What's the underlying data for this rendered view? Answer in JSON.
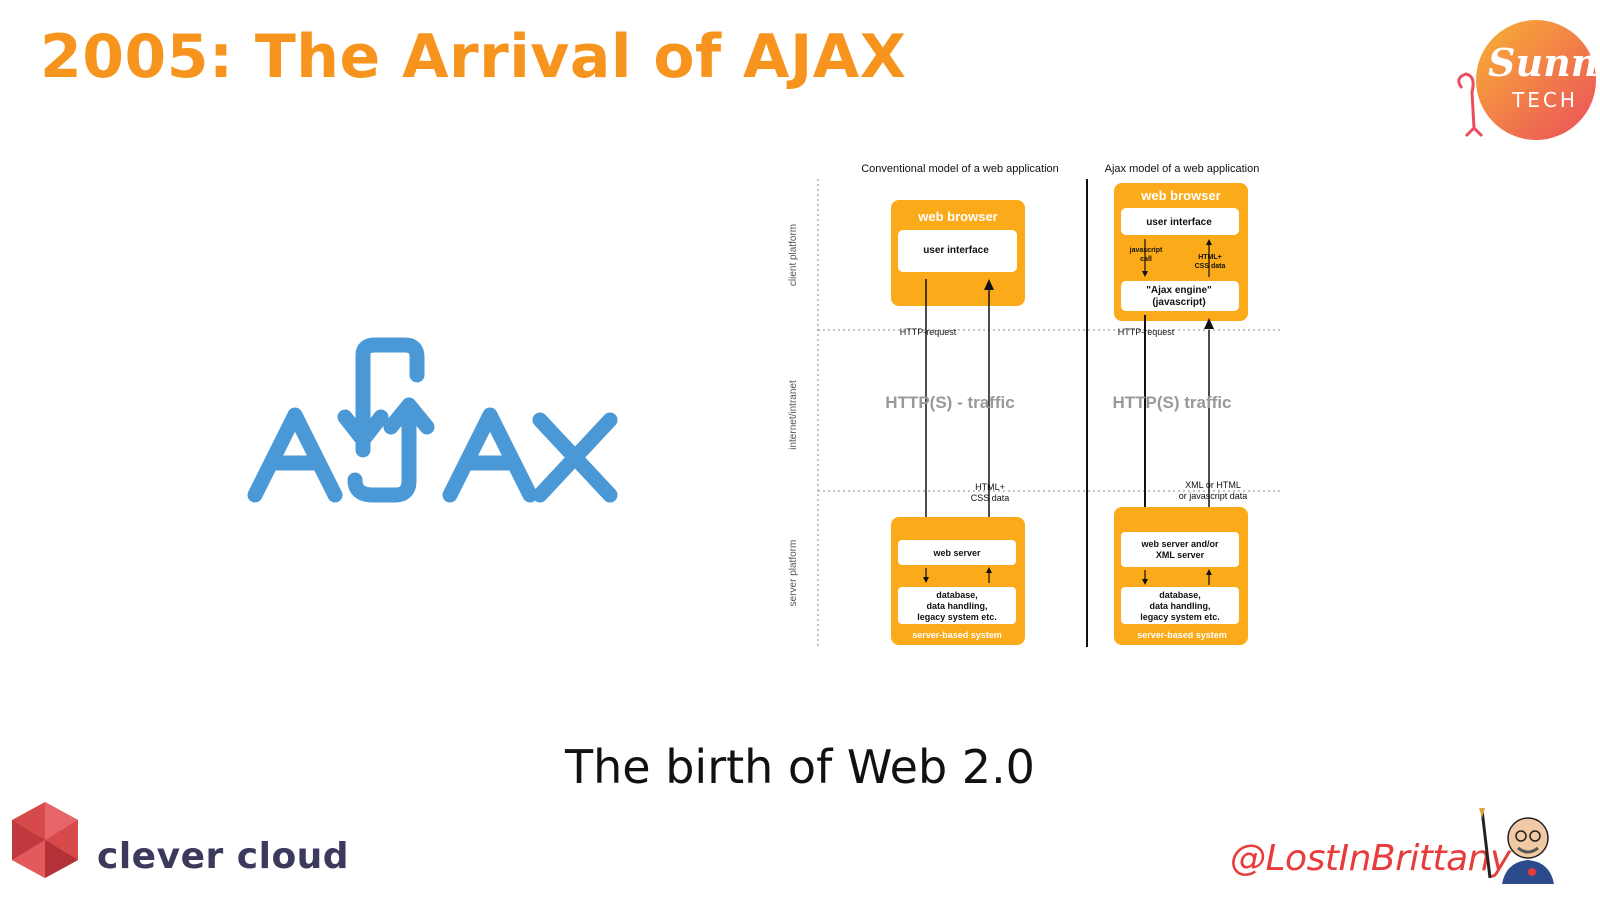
{
  "slide": {
    "title": "2005: The Arrival of AJAX",
    "subtitle": "The birth of Web 2.0"
  },
  "logos": {
    "ajax_text": "AJAX",
    "sunny": "Sunny",
    "tech": "TECH",
    "clever_cloud": "clever cloud",
    "twitter_handle": "@LostInBrittany"
  },
  "diagram": {
    "left_title": "Conventional model of a web application",
    "right_title": "Ajax model of a web application",
    "side_labels": [
      "client platform",
      "internet/intranet",
      "server platform"
    ],
    "web_browser": "web browser",
    "user_interface": "user interface",
    "http_request": "HTTP-request",
    "left_traffic": "HTTP(S) - traffic",
    "right_traffic": "HTTP(S) traffic",
    "left_response": [
      "HTML+",
      "CSS data"
    ],
    "right_response": [
      "XML or HTML",
      "or javascript data"
    ],
    "web_server": "web server",
    "xml_server": [
      "web server and/or",
      "XML server"
    ],
    "database": [
      "database,",
      "data handling,",
      "legacy system etc."
    ],
    "server_based": "server-based system",
    "js_call": [
      "javascript",
      "call"
    ],
    "html_css_small": [
      "HTML+",
      "CSS data"
    ],
    "ajax_engine": [
      "\"Ajax engine\"",
      "(javascript)"
    ]
  },
  "colors": {
    "title": "#f7941d",
    "box_orange": "#fbaa19",
    "ajax_blue": "#4a98d6",
    "clever_dark": "#3b3a5c",
    "handle_red": "#e83c3c"
  }
}
